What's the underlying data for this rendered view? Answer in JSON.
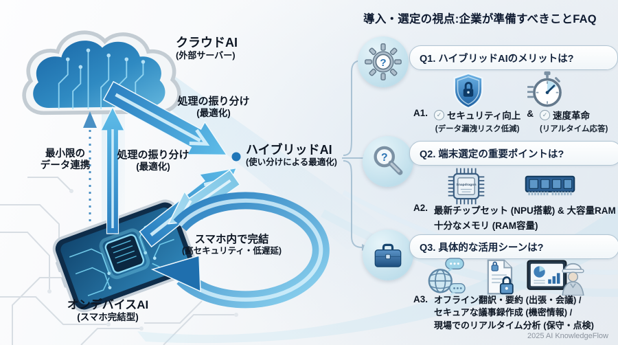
{
  "colors": {
    "arrow_blue": "#2a7fc0",
    "arrow_light": "#6cc4ec",
    "accent_dark": "#16456f",
    "text_dark": "#0c1522",
    "connector": "#a9c2d4"
  },
  "diagram": {
    "cloud_title": "クラウドAI",
    "cloud_subtitle": "(外部サーバー)",
    "route_top_line1": "処理の振り分け",
    "route_top_line2": "(最適化)",
    "route_mid_line1": "処理の振り分け",
    "route_mid_line2": "(最適化)",
    "minimal_line1": "最小限の",
    "minimal_line2": "データ連携",
    "hybrid_title": "ハイブリッドAI",
    "hybrid_subtitle": "(使い分けによる最適化)",
    "loop_line1": "スマホ内で完結",
    "loop_line2": "(高セキュリティ・低遅延)",
    "device_title": "オンデバイスAI",
    "device_subtitle": "(スマホ完結型)"
  },
  "faq": {
    "title": "導入・選定の視点:企業が準備すべきことFAQ",
    "q1": {
      "question": "Q1. ハイブリッドAIのメリットは?",
      "a_prefix": "A1.",
      "check": "✓",
      "benefit1_title": "セキュリティ向上",
      "benefit1_sub": "(データ漏洩リスク低減)",
      "amp": "&",
      "benefit2_title": "速度革命",
      "benefit2_sub": "(リアルタイム応答)"
    },
    "q2": {
      "question": "Q2. 端末選定の重要ポイントは?",
      "a_prefix": "A2.",
      "line1": "最新チップセット (NPU搭載) & 大容量RAM",
      "line2": "十分なメモリ (RAM容量)",
      "chip_label": "Snapdragon"
    },
    "q3": {
      "question": "Q3. 具体的な活用シーンは?",
      "a_prefix": "A3.",
      "line1": "オフライン翻訳・要約 (出張・会議) /",
      "line2": "セキュアな議事録作成 (機密情報) /",
      "line3": "現場でのリアルタイム分析 (保守・点検)"
    },
    "icon_question_mark": "?"
  },
  "footer": {
    "credit": "2025 AI KnowledgeFlow"
  }
}
